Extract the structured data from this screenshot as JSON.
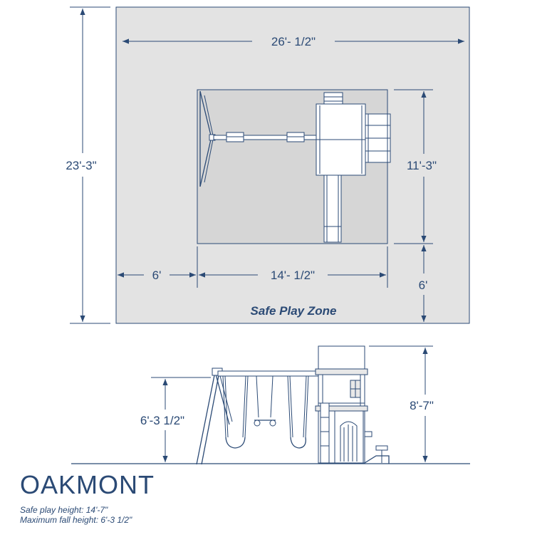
{
  "dimensions": {
    "overall_width": "26'- 1/2\"",
    "overall_depth": "23'-3\"",
    "structure_depth": "11'-3\"",
    "structure_width": "14'- 1/2\"",
    "clearance_left": "6'",
    "clearance_bottom": "6'",
    "swing_beam_height": "6'-3 1/2\"",
    "structure_height": "8'-7\""
  },
  "zone_label": "Safe Play Zone",
  "product": {
    "name": "OAKMONT",
    "specs": [
      "Safe play height: 14'-7\"",
      "Maximum fall height: 6'-3 1/2\""
    ]
  },
  "colors": {
    "ink": "#2b4a75",
    "zone": "#e3e3e3",
    "footprint": "#d6d6d6"
  }
}
